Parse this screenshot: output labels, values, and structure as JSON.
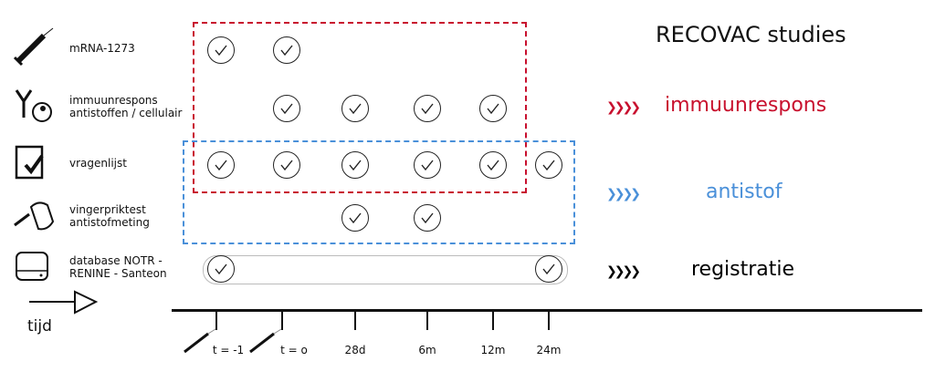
{
  "title": "RECOVAC studies",
  "rows": [
    {
      "label": "mRNA-1273",
      "icon": "syringe-icon",
      "checks": [
        0,
        1
      ]
    },
    {
      "label": "immuunrespons\nantistoffen / cellulair",
      "icon": "antibody-cell-icon",
      "checks": [
        1,
        2,
        3,
        4
      ]
    },
    {
      "label": "vragenlijst",
      "icon": "questionnaire-icon",
      "checks": [
        0,
        1,
        2,
        3,
        4,
        5
      ]
    },
    {
      "label": "vingerpriktest\nantistofmeting",
      "icon": "finger-prick-icon",
      "checks": [
        2,
        3
      ]
    },
    {
      "label": "database NOTR -\nRENINE - Santeon",
      "icon": "database-icon",
      "checks": [
        0,
        5
      ]
    }
  ],
  "time_label": "tijd",
  "timepoints": [
    "t = -1",
    "t = o",
    "28d",
    "6m",
    "12m",
    "24m"
  ],
  "legend": [
    {
      "label": "immuunrespons",
      "color": "#c8102e"
    },
    {
      "label": "antistof",
      "color": "#4a90d9"
    },
    {
      "label": "registratie",
      "color": "#000000"
    }
  ]
}
